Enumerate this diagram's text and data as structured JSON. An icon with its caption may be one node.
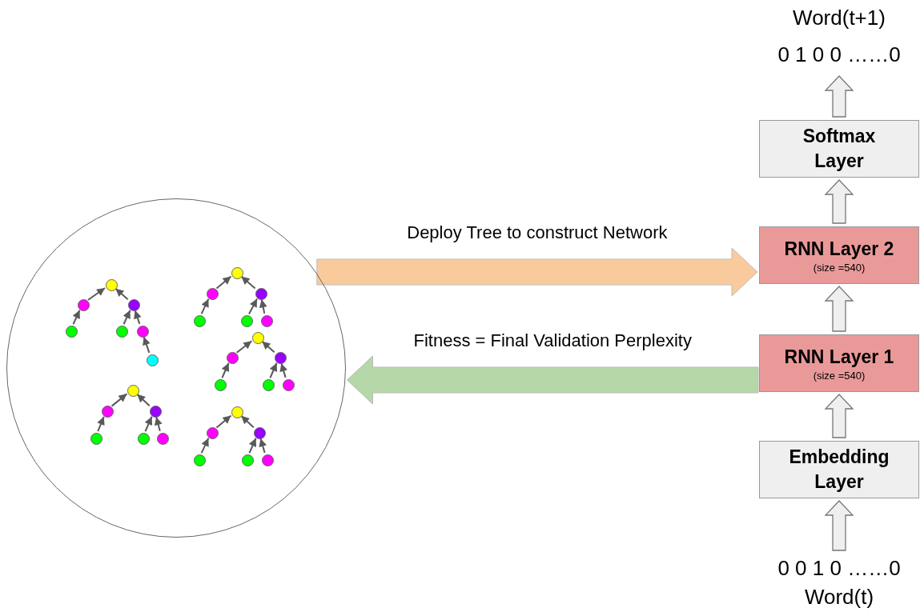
{
  "diagram": {
    "nodes": [
      {
        "text": [
          "Word(t+1)",
          "0 1 0 0 ……0"
        ]
      },
      {
        "text": [
          "Softmax Layer"
        ]
      },
      {
        "text": [
          "RNN Layer 2",
          "(size =540)"
        ]
      },
      {
        "text": [
          "RNN Layer 1",
          "(size =540)"
        ]
      },
      {
        "text": [
          "Embedding Layer"
        ]
      },
      {
        "text": [
          "0 0 1 0 ……0",
          "Word(t)"
        ]
      },
      {
        "text": [],
        "shape": "circle"
      },
      {
        "text": [],
        "shape": "circle",
        "in": 6
      },
      {
        "text": [],
        "shape": "circle",
        "in": 6
      },
      {
        "text": [],
        "shape": "circle",
        "in": 6
      },
      {
        "text": [],
        "shape": "circle",
        "in": 6
      },
      {
        "text": [],
        "shape": "circle",
        "in": 6
      },
      {
        "text": [],
        "shape": "circle",
        "in": 6
      },
      {
        "text": [],
        "shape": "circle",
        "in": 6
      },
      {
        "text": [],
        "shape": "circle",
        "in": 6
      },
      {
        "text": [],
        "shape": "circle",
        "in": 6
      },
      {
        "text": [],
        "shape": "circle",
        "in": 6
      },
      {
        "text": [],
        "shape": "circle",
        "in": 6
      },
      {
        "text": [],
        "shape": "circle",
        "in": 6
      },
      {
        "text": [],
        "shape": "circle",
        "in": 6
      },
      {
        "text": [],
        "shape": "circle",
        "in": 6
      },
      {
        "text": [],
        "shape": "circle",
        "in": 6
      },
      {
        "text": [],
        "shape": "circle",
        "in": 6
      },
      {
        "text": [],
        "shape": "circle",
        "in": 6
      },
      {
        "text": [],
        "shape": "circle",
        "in": 6
      },
      {
        "text": [],
        "shape": "circle",
        "in": 6
      },
      {
        "text": [],
        "shape": "circle",
        "in": 6
      },
      {
        "text": [],
        "shape": "circle",
        "in": 6
      },
      {
        "text": [],
        "shape": "circle",
        "in": 6
      },
      {
        "text": [],
        "shape": "circle",
        "in": 6
      },
      {
        "text": [],
        "shape": "circle",
        "in": 6
      },
      {
        "text": [],
        "shape": "circle",
        "in": 6
      },
      {
        "text": [],
        "shape": "circle",
        "in": 6
      },
      {
        "text": [],
        "shape": "circle",
        "in": 6
      },
      {
        "text": [],
        "shape": "circle",
        "in": 6
      },
      {
        "text": [],
        "shape": "circle",
        "in": 6
      },
      {
        "text": [],
        "shape": "circle",
        "in": 6
      },
      {
        "text": [],
        "shape": "circle",
        "in": 6
      }
    ],
    "edges": [
      {
        "from": 5,
        "to": 4,
        "arrow": "to",
        "style": "thick",
        "color": "#efefef"
      },
      {
        "from": 4,
        "to": 3,
        "arrow": "to",
        "style": "thick",
        "color": "#efefef"
      },
      {
        "from": 3,
        "to": 2,
        "arrow": "to",
        "style": "thick",
        "color": "#efefef"
      },
      {
        "from": 2,
        "to": 1,
        "arrow": "to",
        "style": "thick",
        "color": "#efefef"
      },
      {
        "from": 1,
        "to": 0,
        "arrow": "to",
        "style": "thick",
        "color": "#efefef"
      },
      {
        "from": 6,
        "to": 2,
        "arrow": "to",
        "label": "Deploy Tree to construct Network",
        "style": "thick",
        "color": "#f9cb9c"
      },
      {
        "from": 3,
        "to": 6,
        "arrow": "to",
        "label": "Fitness = Final Validation Perplexity",
        "style": "thick",
        "color": "#b6d7a8"
      },
      {
        "from": 8,
        "to": 7,
        "arrow": "to"
      },
      {
        "from": 9,
        "to": 7,
        "arrow": "to"
      },
      {
        "from": 10,
        "to": 8,
        "arrow": "to"
      },
      {
        "from": 11,
        "to": 9,
        "arrow": "to"
      },
      {
        "from": 12,
        "to": 9,
        "arrow": "to"
      },
      {
        "from": 13,
        "to": 12,
        "arrow": "to"
      },
      {
        "from": 15,
        "to": 14,
        "arrow": "to"
      },
      {
        "from": 16,
        "to": 14,
        "arrow": "to"
      },
      {
        "from": 17,
        "to": 15,
        "arrow": "to"
      },
      {
        "from": 18,
        "to": 16,
        "arrow": "to"
      },
      {
        "from": 19,
        "to": 16,
        "arrow": "to"
      },
      {
        "from": 21,
        "to": 20,
        "arrow": "to"
      },
      {
        "from": 22,
        "to": 20,
        "arrow": "to"
      },
      {
        "from": 23,
        "to": 21,
        "arrow": "to"
      },
      {
        "from": 24,
        "to": 22,
        "arrow": "to"
      },
      {
        "from": 25,
        "to": 22,
        "arrow": "to"
      },
      {
        "from": 27,
        "to": 26,
        "arrow": "to"
      },
      {
        "from": 28,
        "to": 26,
        "arrow": "to"
      },
      {
        "from": 29,
        "to": 27,
        "arrow": "to"
      },
      {
        "from": 30,
        "to": 28,
        "arrow": "to"
      },
      {
        "from": 31,
        "to": 28,
        "arrow": "to"
      },
      {
        "from": 33,
        "to": 32,
        "arrow": "to"
      },
      {
        "from": 34,
        "to": 32,
        "arrow": "to"
      },
      {
        "from": 35,
        "to": 33,
        "arrow": "to"
      },
      {
        "from": 36,
        "to": 34,
        "arrow": "to"
      },
      {
        "from": 37,
        "to": 34,
        "arrow": "to"
      }
    ]
  }
}
